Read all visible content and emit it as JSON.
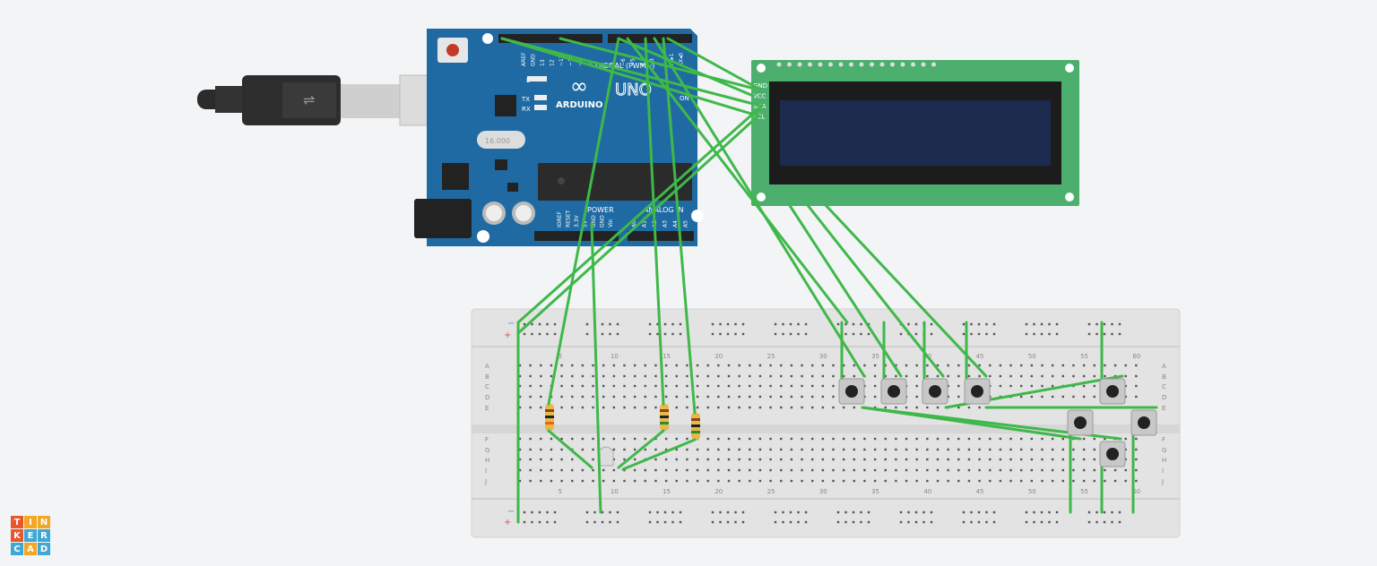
{
  "app": {
    "logo_letters": [
      "T",
      "I",
      "N",
      "K",
      "E",
      "R",
      "C",
      "A",
      "D"
    ],
    "logo_colors": [
      "#e8562a",
      "#f5a623",
      "#f5a623",
      "#e8562a",
      "#3fa7d6",
      "#3fa7d6",
      "#3fa7d6",
      "#f5a623",
      "#3fa7d6"
    ]
  },
  "arduino": {
    "brand": "ARDUINO",
    "model": "UNO",
    "digital_label": "DIGITAL (PWM~)",
    "power_label": "POWER",
    "analog_label": "ANALOG IN",
    "led_l": "L",
    "led_tx": "TX",
    "led_rx": "RX",
    "on_label": "ON",
    "crystal": "16.000",
    "top_pins": [
      "AREF",
      "GND",
      "13",
      "12",
      "~11",
      "~10",
      "~9",
      "8",
      "7",
      "~6",
      "~5",
      "4",
      "~3",
      "2",
      "TX▸1",
      "RX◂0"
    ],
    "power_pins": [
      "IOREF",
      "RESET",
      "3.3V",
      "5V",
      "GND",
      "GND",
      "Vin"
    ],
    "analog_pins": [
      "A0",
      "A1",
      "A2",
      "A3",
      "A4",
      "A5"
    ],
    "board_color": "#1f6aa3"
  },
  "lcd": {
    "pins": [
      "GND",
      "VCC",
      "SDA",
      "SCL"
    ],
    "pcb_color": "#4caf6e",
    "screen_color": "#1c2a4e"
  },
  "breadboard": {
    "column_numbers_top": [
      "5",
      "10",
      "15",
      "20",
      "25",
      "30",
      "35",
      "40",
      "45",
      "50",
      "55",
      "60"
    ],
    "column_numbers_bottom": [
      "5",
      "10",
      "15",
      "20",
      "25",
      "30",
      "35",
      "40",
      "45",
      "50",
      "55",
      "60"
    ],
    "row_letters_top": [
      "A",
      "B",
      "C",
      "D",
      "E"
    ],
    "row_letters_bottom": [
      "F",
      "G",
      "H",
      "I",
      "J"
    ],
    "rail_minus": "−",
    "rail_plus": "+"
  },
  "wire_color": "#3fb84a"
}
